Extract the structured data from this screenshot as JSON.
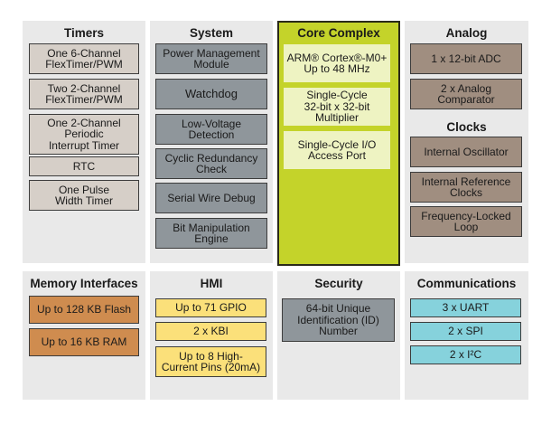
{
  "colors": {
    "panel_bg": "#e9e9e9",
    "timers_block": "#d6cfc8",
    "system_block": "#8f969b",
    "core_bg": "#c4d32a",
    "core_block": "#eef3c2",
    "analog_block": "#a08e80",
    "memory_block": "#cf8c4f",
    "hmi_block": "#fbe07a",
    "security_block": "#8f969b",
    "comm_block": "#86d2dc"
  },
  "timers": {
    "title": "Timers",
    "items": [
      "One 6-Channel\nFlexTimer/PWM",
      "Two 2-Channel\nFlexTimer/PWM",
      "One 2-Channel\nPeriodic\nInterrupt Timer",
      "RTC",
      "One Pulse\nWidth Timer"
    ]
  },
  "system": {
    "title": "System",
    "items": [
      "Power Management\nModule",
      "Watchdog",
      "Low-Voltage\nDetection",
      "Cyclic Redundancy\nCheck",
      "Serial Wire Debug",
      "Bit Manipulation\nEngine"
    ]
  },
  "core": {
    "title": "Core Complex",
    "items": [
      "ARM® Cortex®-M0+\nUp to 48 MHz",
      "Single-Cycle\n32-bit x 32-bit\nMultiplier",
      "Single-Cycle I/O\nAccess Port"
    ]
  },
  "analog": {
    "title": "Analog",
    "items": [
      "1 x 12-bit ADC",
      "2 x Analog\nComparator"
    ]
  },
  "clocks": {
    "title": "Clocks",
    "items": [
      "Internal Oscillator",
      "Internal Reference\nClocks",
      "Frequency-Locked\nLoop"
    ]
  },
  "memory": {
    "title": "Memory Interfaces",
    "items": [
      "Up to 128 KB Flash",
      "Up to 16 KB RAM"
    ]
  },
  "hmi": {
    "title": "HMI",
    "items": [
      "Up to 71 GPIO",
      "2 x  KBI",
      "Up to 8 High-\nCurrent Pins (20mA)"
    ]
  },
  "security": {
    "title": "Security",
    "items": [
      "64-bit Unique\nIdentification (ID)\nNumber"
    ]
  },
  "communications": {
    "title": "Communications",
    "items": [
      "3 x UART",
      "2 x  SPI",
      "2 x  I²C"
    ]
  }
}
